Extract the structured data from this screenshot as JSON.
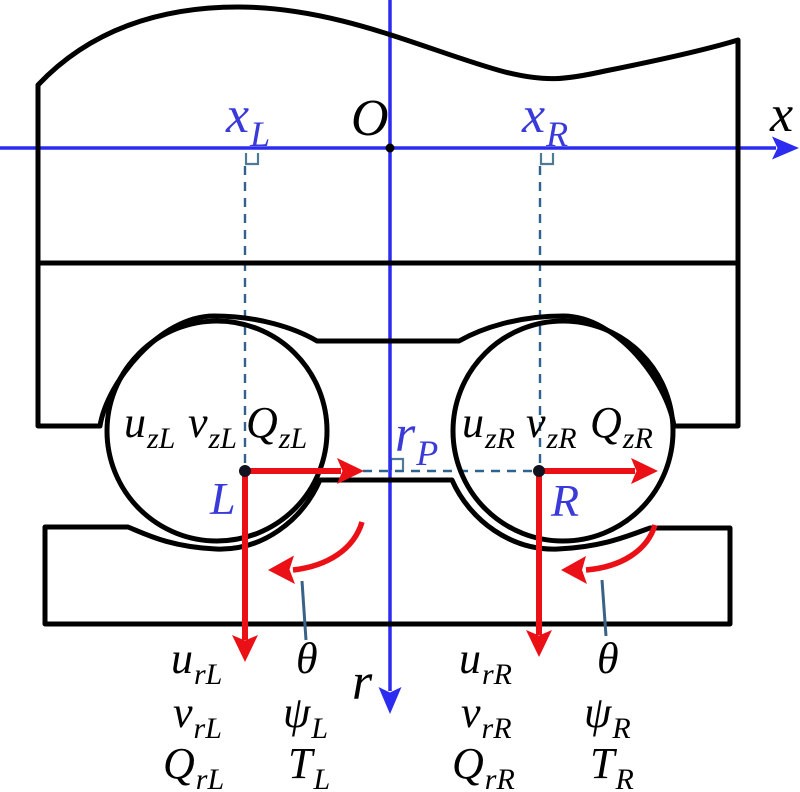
{
  "diagram": {
    "description": "bearing-cross-section-free-body-diagram",
    "axis_labels": {
      "origin": "O",
      "x": "x",
      "r": "r"
    },
    "coordinate_labels": {
      "x_left": {
        "m": "x",
        "s": "L"
      },
      "x_right": {
        "m": "x",
        "s": "R"
      },
      "pitch_radius": {
        "m": "r",
        "s": "P"
      }
    },
    "contact_points": {
      "left": "L",
      "right": "R"
    },
    "left_ball_dofs": [
      {
        "m": "u",
        "s": "zL"
      },
      {
        "m": "v",
        "s": "zL"
      },
      {
        "m": "Q",
        "s": "zL"
      }
    ],
    "right_ball_dofs": [
      {
        "m": "u",
        "s": "zR"
      },
      {
        "m": "v",
        "s": "zR"
      },
      {
        "m": "Q",
        "s": "zR"
      }
    ],
    "left_bottom_dofs": [
      {
        "m": "u",
        "s": "rL"
      },
      {
        "m": "v",
        "s": "rL"
      },
      {
        "m": "Q",
        "s": "rL"
      }
    ],
    "left_rotation_dofs": [
      {
        "m": "θ",
        "s": ""
      },
      {
        "m": "ψ",
        "s": "L"
      },
      {
        "m": "T",
        "s": "L"
      }
    ],
    "right_bottom_dofs": [
      {
        "m": "u",
        "s": "rR"
      },
      {
        "m": "v",
        "s": "rR"
      },
      {
        "m": "Q",
        "s": "rR"
      }
    ],
    "right_rotation_dofs": [
      {
        "m": "θ",
        "s": ""
      },
      {
        "m": "ψ",
        "s": "R"
      },
      {
        "m": "T",
        "s": "R"
      }
    ],
    "colors": {
      "axis_blue": "#2c2cf0",
      "blue_text": "#3a3ad8",
      "arrow_red": "#ea1016",
      "dash_slate": "#31618f",
      "marker_slate": "#4f7a95",
      "leader_slate": "#3a6186",
      "outline_black": "#000000"
    }
  }
}
